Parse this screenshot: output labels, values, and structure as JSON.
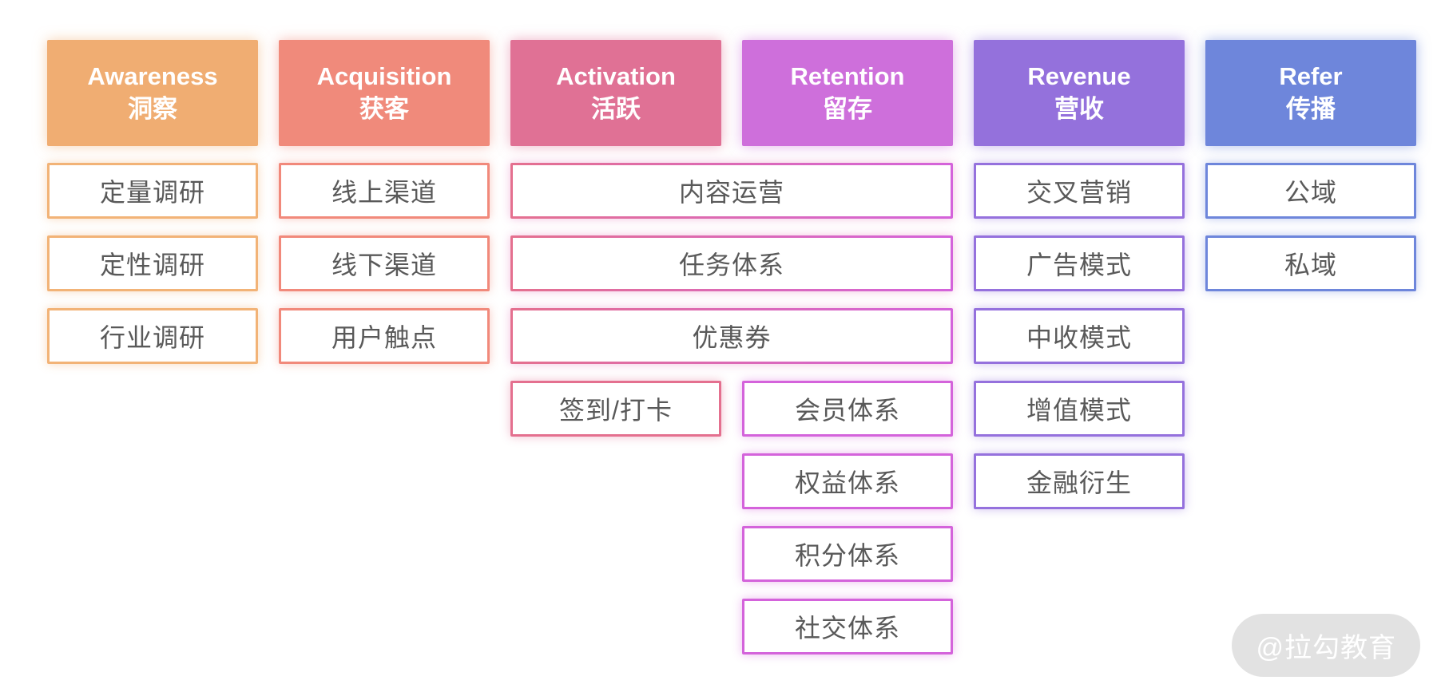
{
  "funnel": {
    "columns": [
      {
        "en": "Awareness",
        "zh": "洞察",
        "color": "#F0AD72",
        "items": [
          "定量调研",
          "定性调研",
          "行业调研"
        ]
      },
      {
        "en": "Acquisition",
        "zh": "获客",
        "color": "#F08A7B",
        "items": [
          "线上渠道",
          "线下渠道",
          "用户触点"
        ]
      },
      {
        "en": "Activation",
        "zh": "活跃",
        "color": "#E07195",
        "items": [
          "签到/打卡"
        ]
      },
      {
        "en": "Retention",
        "zh": "留存",
        "color": "#CE6FDB",
        "items": [
          "会员体系",
          "权益体系",
          "积分体系",
          "社交体系"
        ]
      },
      {
        "en": "Revenue",
        "zh": "营收",
        "color": "#9471DC",
        "items": [
          "交叉营销",
          "广告模式",
          "中收模式",
          "增值模式",
          "金融衍生"
        ]
      },
      {
        "en": "Refer",
        "zh": "传播",
        "color": "#6E86DB",
        "items": [
          "公域",
          "私域"
        ]
      }
    ],
    "shared_items": [
      "内容运营",
      "任务体系",
      "优惠券"
    ],
    "item_text_color": "#595959"
  },
  "watermark": "@拉勾教育"
}
